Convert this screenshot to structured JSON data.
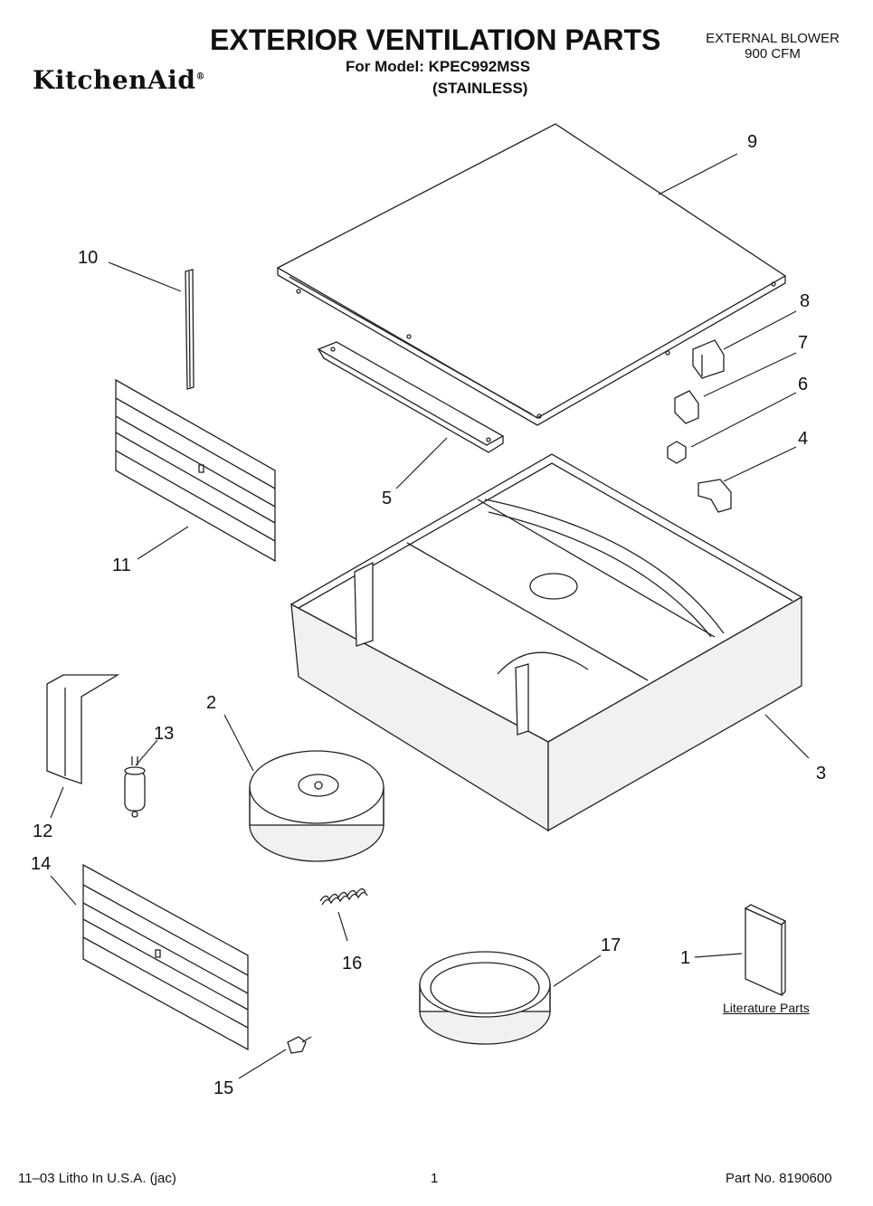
{
  "header": {
    "brand": "KitchenAid",
    "title": "EXTERIOR VENTILATION PARTS",
    "model_line": "For Model: KPEC992MSS",
    "finish_line": "(STAINLESS)",
    "corner_line1": "EXTERNAL BLOWER",
    "corner_line2": "900 CFM"
  },
  "callouts": {
    "c1": "1",
    "c2": "2",
    "c3": "3",
    "c4": "4",
    "c5": "5",
    "c6": "6",
    "c7": "7",
    "c8": "8",
    "c9": "9",
    "c10": "10",
    "c11": "11",
    "c12": "12",
    "c13": "13",
    "c14": "14",
    "c15": "15",
    "c16": "16",
    "c17": "17"
  },
  "literature_label": "Literature Parts",
  "footer": {
    "left": "11–03 Litho In U.S.A. (jac)",
    "center": "1",
    "right": "Part No. 8190600"
  }
}
